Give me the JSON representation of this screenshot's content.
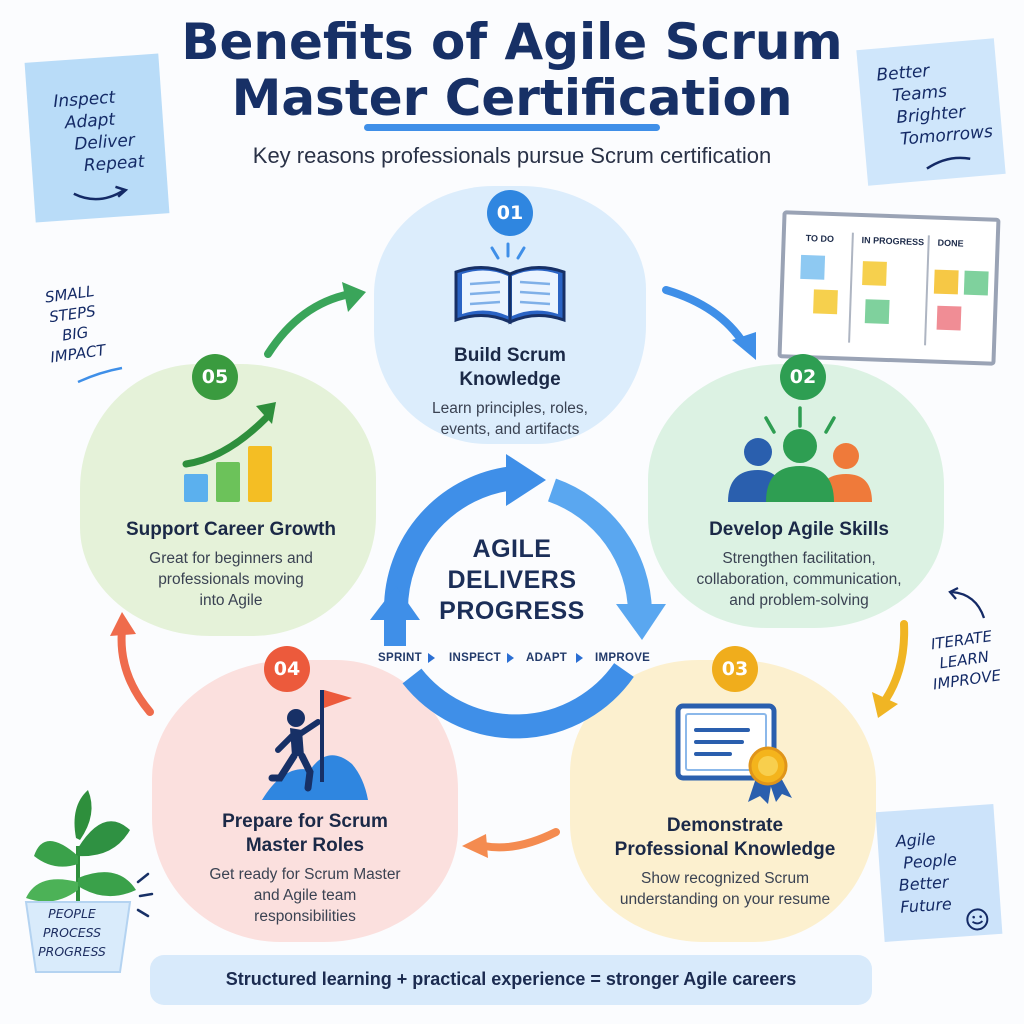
{
  "title_line1": "Benefits of Agile Scrum",
  "title_line2": "Master Certification",
  "subtitle": "Key reasons professionals pursue Scrum certification",
  "center": {
    "line1": "AGILE",
    "line2": "DELIVERS",
    "line3": "PROGRESS"
  },
  "cycle": [
    "SPRINT",
    "INSPECT",
    "ADAPT",
    "IMPROVE"
  ],
  "cards": [
    {
      "num": "01",
      "title1": "Build Scrum",
      "title2": "Knowledge",
      "desc1": "Learn principles, roles,",
      "desc2": "events, and artifacts",
      "desc3": "",
      "color": "#2f86e0",
      "icon": "open-book-icon"
    },
    {
      "num": "02",
      "title1": "Develop Agile Skills",
      "title2": "",
      "desc1": "Strengthen facilitation,",
      "desc2": "collaboration, communication,",
      "desc3": "and problem-solving",
      "color": "#2e9e52",
      "icon": "team-people-icon"
    },
    {
      "num": "03",
      "title1": "Demonstrate",
      "title2": "Professional Knowledge",
      "desc1": "Show recognized Scrum",
      "desc2": "understanding on your resume",
      "desc3": "",
      "color": "#f0ad1c",
      "icon": "certificate-icon"
    },
    {
      "num": "04",
      "title1": "Prepare for Scrum",
      "title2": "Master Roles",
      "desc1": "Get ready for Scrum Master",
      "desc2": "and Agile team",
      "desc3": "responsibilities",
      "color": "#ec5a3c",
      "icon": "climber-flag-icon"
    },
    {
      "num": "05",
      "title1": "Support Career Growth",
      "title2": "",
      "desc1": "Great for beginners and",
      "desc2": "professionals moving",
      "desc3": "into Agile",
      "color": "#3a9b3f",
      "icon": "growth-chart-icon"
    }
  ],
  "notes": {
    "top_left": [
      "Inspect",
      "Adapt",
      "Deliver",
      "Repeat"
    ],
    "top_right": [
      "Better",
      "Teams",
      "Brighter",
      "Tomorrows"
    ],
    "left_text": [
      "SMALL",
      "STEPS",
      "BIG",
      "IMPACT"
    ],
    "right_text": [
      "ITERATE",
      "LEARN",
      "IMPROVE"
    ],
    "bottom_right": [
      "Agile",
      "People",
      "Better",
      "Future"
    ],
    "pot": [
      "PEOPLE",
      "PROCESS",
      "PROGRESS"
    ]
  },
  "board": {
    "col1": "TO DO",
    "col2": "IN PROGRESS",
    "col3": "DONE"
  },
  "footer": "Structured learning + practical experience = stronger Agile careers",
  "colors": {
    "title": "#173066",
    "blue": "#2f86e0",
    "green": "#2e9e52",
    "yellow": "#f0ad1c",
    "red": "#ec5a3c"
  }
}
